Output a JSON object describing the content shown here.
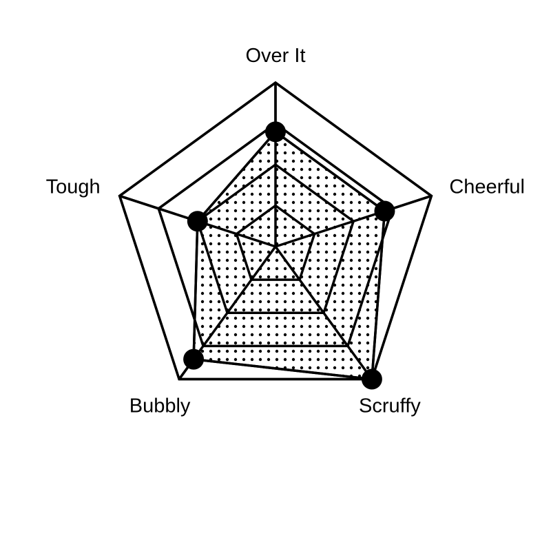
{
  "chart_data": {
    "type": "radar",
    "axes": [
      "Over It",
      "Cheerful",
      "Scruffy",
      "Bubbly",
      "Tough"
    ],
    "values": [
      0.7,
      0.7,
      1.0,
      0.85,
      0.5
    ],
    "range": [
      0,
      1
    ],
    "grid_levels": 4,
    "series_style": {
      "fill_pattern": "dots",
      "stroke_color": "#000000",
      "marker_color": "#000000"
    }
  }
}
